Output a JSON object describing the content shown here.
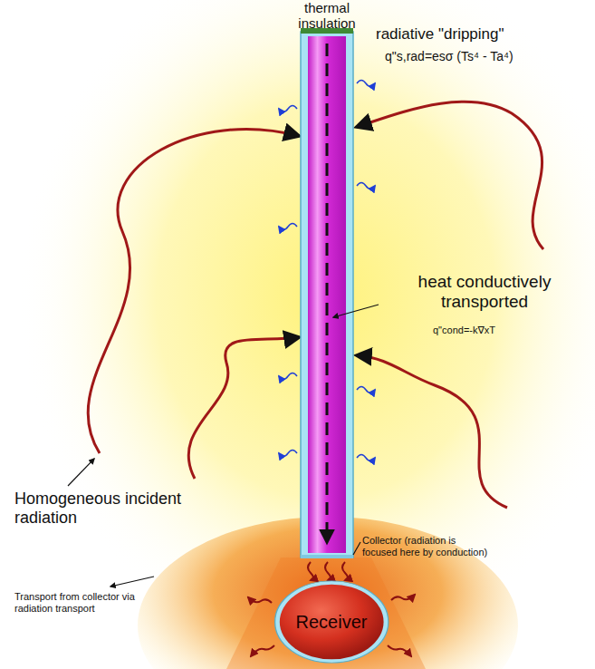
{
  "diagram": {
    "nodes": [
      {
        "text": [
          "Receiver"
        ]
      }
    ],
    "labels": [
      "thermal insulation",
      "radiative \"dripping\"",
      "q\"s,rad=esσ (Ts⁴ - Ta⁴)",
      "heat conductively transported",
      "q\"cond=-k∇xT",
      "Homogeneous incident radiation",
      "Collector (radiation is focused here by conduction)",
      "Transport from collector via radiation transport"
    ]
  }
}
